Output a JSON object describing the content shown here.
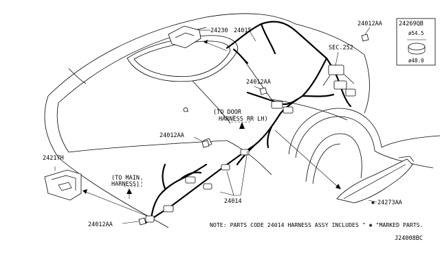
{
  "diagram_id": "J24008BC",
  "labels": {
    "p24230": "24230",
    "p24015": "24015",
    "p24012AA_top_right": "24012AA",
    "p24012AA_mid": "24012AA",
    "p24012AA_left": "24012AA",
    "p24012AA_bottom": "24012AA",
    "sec_252": "SEC.252",
    "p24217H": "24217H",
    "p24014": "24014",
    "p24273AA": "24273AA",
    "to_door_line1": "(TO DOOR",
    "to_door_line2": "HARNESS RR LH)",
    "to_main_line1": "(TO MAIN",
    "to_main_line2": "HARNESS)"
  },
  "inset": {
    "part": "24269QB",
    "dim_top": "ø54.5",
    "dim_bottom": "ø48.0"
  },
  "note": "NOTE: PARTS CODE 24014 HARNESS ASSY INCLUDES \" ✱ \"MARKED PARTS.",
  "marker_symbol": "✱"
}
